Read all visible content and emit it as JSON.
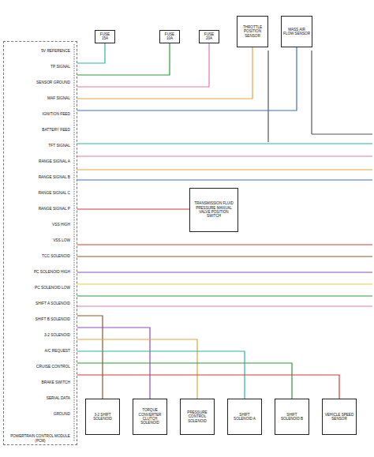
{
  "diagram": {
    "nodes": [
      {
        "text": [
          "POWERTRAIN CONTROL MODULE (PCM)"
        ]
      },
      {
        "text": [
          "FUSE 15A"
        ]
      },
      {
        "text": [
          "FUSE 10A"
        ]
      },
      {
        "text": [
          "FUSE 20A"
        ]
      },
      {
        "text": [
          "THROTTLE POSITION SENSOR"
        ]
      },
      {
        "text": [
          "MASS AIR FLOW SENSOR"
        ]
      },
      {
        "text": [
          "TRANSMISSION FLUID PRESSURE MANUAL VALVE POSITION SWITCH"
        ]
      },
      {
        "text": [
          "3-2 SHIFT SOLENOID"
        ]
      },
      {
        "text": [
          "TORQUE CONVERTER CLUTCH SOLENOID"
        ]
      },
      {
        "text": [
          "PRESSURE CONTROL SOLENOID"
        ]
      },
      {
        "text": [
          "SHIFT SOLENOID A"
        ]
      },
      {
        "text": [
          "SHIFT SOLENOID B"
        ]
      },
      {
        "text": [
          "VEHICLE SPEED SENSOR"
        ]
      }
    ],
    "edges": [
      {
        "from": 0,
        "to": 1,
        "arrow": "none"
      },
      {
        "from": 0,
        "to": 2,
        "arrow": "none"
      },
      {
        "from": 0,
        "to": 3,
        "arrow": "none"
      },
      {
        "from": 0,
        "to": 4,
        "arrow": "none"
      },
      {
        "from": 0,
        "to": 5,
        "arrow": "none"
      },
      {
        "from": 0,
        "to": 6,
        "arrow": "none"
      },
      {
        "from": 0,
        "to": 7,
        "arrow": "none"
      },
      {
        "from": 0,
        "to": 8,
        "arrow": "none"
      },
      {
        "from": 0,
        "to": 9,
        "arrow": "none"
      },
      {
        "from": 0,
        "to": 10,
        "arrow": "none"
      },
      {
        "from": 0,
        "to": 11,
        "arrow": "none"
      },
      {
        "from": 0,
        "to": 12,
        "arrow": "none"
      }
    ],
    "labels": [
      "5V REFERENCE",
      "TP SIGNAL",
      "SENSOR GROUND",
      "MAF SIGNAL",
      "IGNITION FEED",
      "BATTERY FEED",
      "TFT SIGNAL",
      "RANGE SIGNAL A",
      "RANGE SIGNAL B",
      "RANGE SIGNAL C",
      "RANGE SIGNAL P",
      "VSS HIGH",
      "VSS LOW",
      "TCC SOLENOID",
      "PC SOLENOID HIGH",
      "PC SOLENOID LOW",
      "SHIFT A SOLENOID",
      "SHIFT B SOLENOID",
      "3-2 SOLENOID",
      "A/C REQUEST",
      "CRUISE CONTROL",
      "BRAKE SWITCH",
      "SERIAL DATA",
      "GROUND"
    ]
  }
}
